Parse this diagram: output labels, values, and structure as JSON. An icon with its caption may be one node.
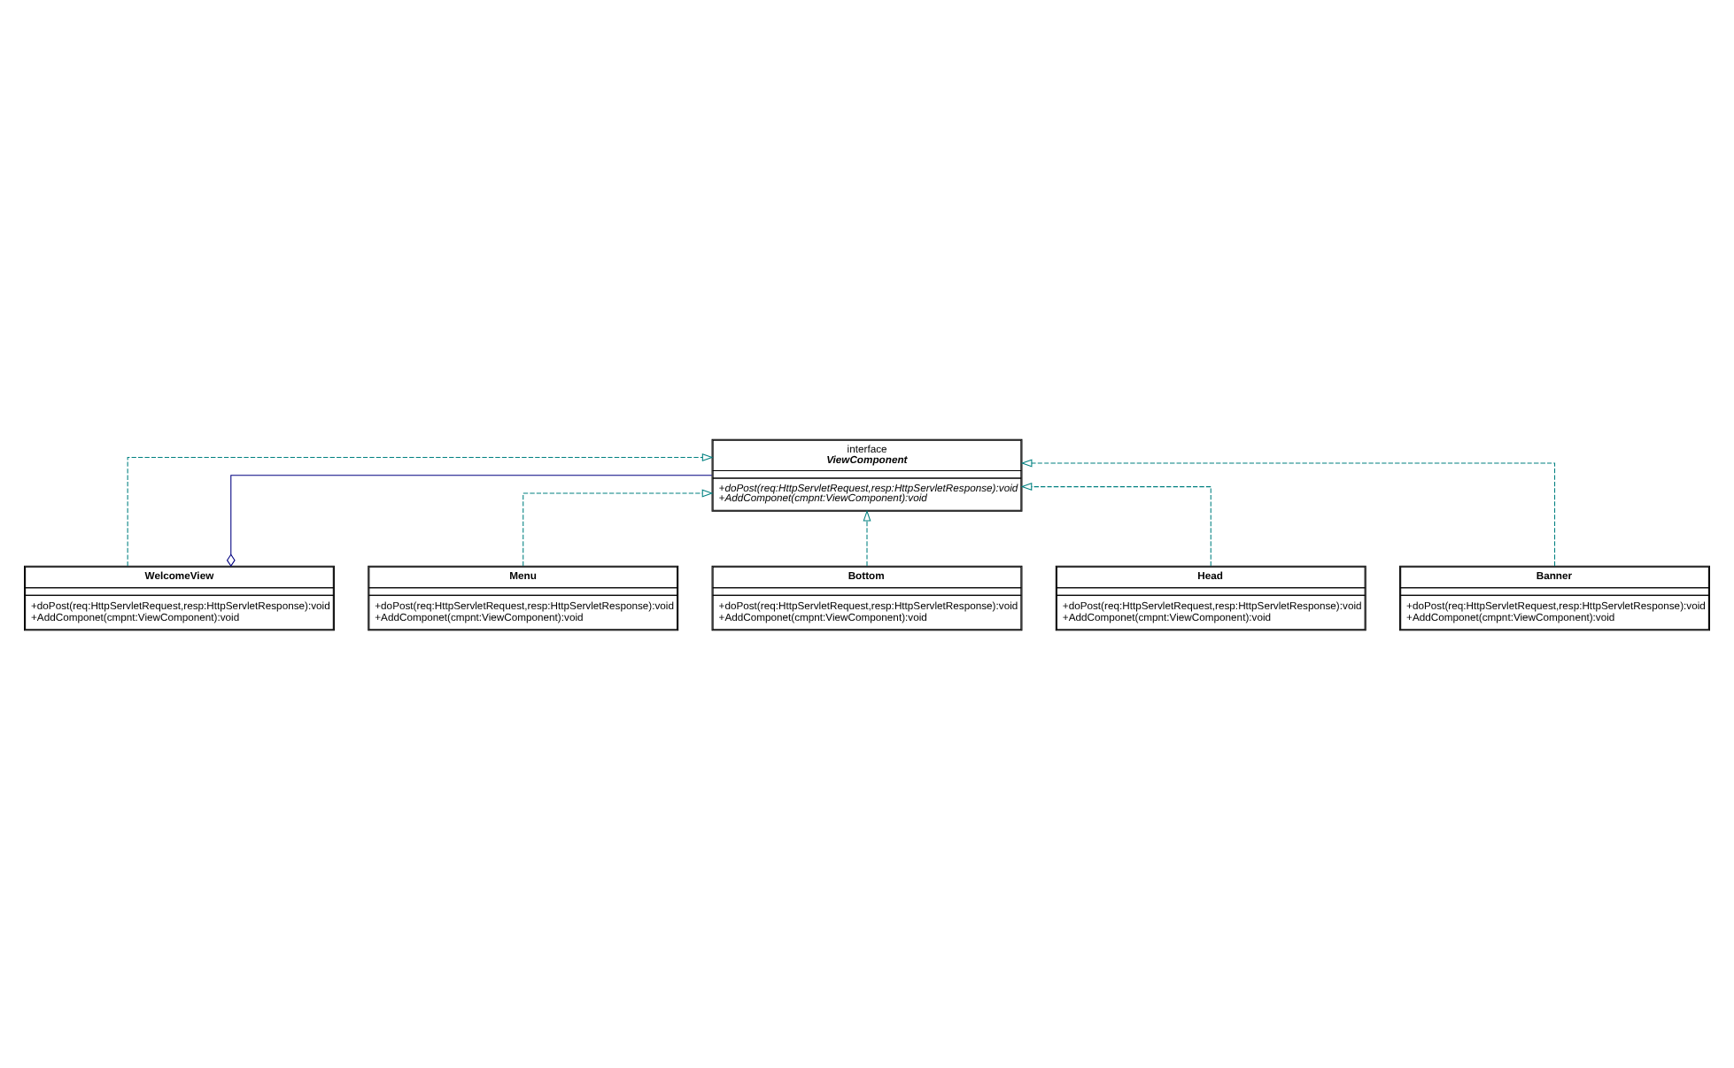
{
  "diagram": {
    "nodes": [
      {
        "text": [
          "interface",
          "ViewComponent",
          "+doPost(req:HttpServletRequest,resp:HttpServletResponse):void",
          "+AddComponet(cmpnt:ViewComponent):void"
        ]
      },
      {
        "text": [
          "Menu",
          "+doPost(req:HttpServletRequest,resp:HttpServletResponse):void",
          "+AddComponet(cmpnt:ViewComponent):void"
        ]
      },
      {
        "text": [
          "Bottom",
          "+doPost(req:HttpServletRequest,resp:HttpServletResponse):void",
          "+AddComponet(cmpnt:ViewComponent):void"
        ]
      },
      {
        "text": [
          "Head",
          "+doPost(req:HttpServletRequest,resp:HttpServletResponse):void",
          "+AddComponet(cmpnt:ViewComponent):void"
        ]
      },
      {
        "text": [
          "Banner",
          "+doPost(req:HttpServletRequest,resp:HttpServletResponse):void",
          "+AddComponet(cmpnt:ViewComponent):void"
        ]
      },
      {
        "text": [
          "WelcomeView",
          "+doPost(req:HttpServletRequest,resp:HttpServletResponse):void",
          "+AddComponet(cmpnt:ViewComponent):void"
        ]
      }
    ],
    "edges": [
      {
        "from": 1,
        "to": 0,
        "arrow": "to",
        "style": "dashed"
      },
      {
        "from": 3,
        "to": 0,
        "arrow": "to",
        "style": "dashed"
      },
      {
        "from": 5,
        "to": 0,
        "arrow": "to",
        "style": "dashed"
      },
      {
        "from": 4,
        "to": 0,
        "arrow": "to",
        "style": "dashed"
      },
      {
        "from": 2,
        "to": 0,
        "arrow": "to",
        "style": "dashed"
      },
      {
        "from": 0,
        "to": 5,
        "arrow": "other",
        "color": "#000080"
      }
    ]
  }
}
